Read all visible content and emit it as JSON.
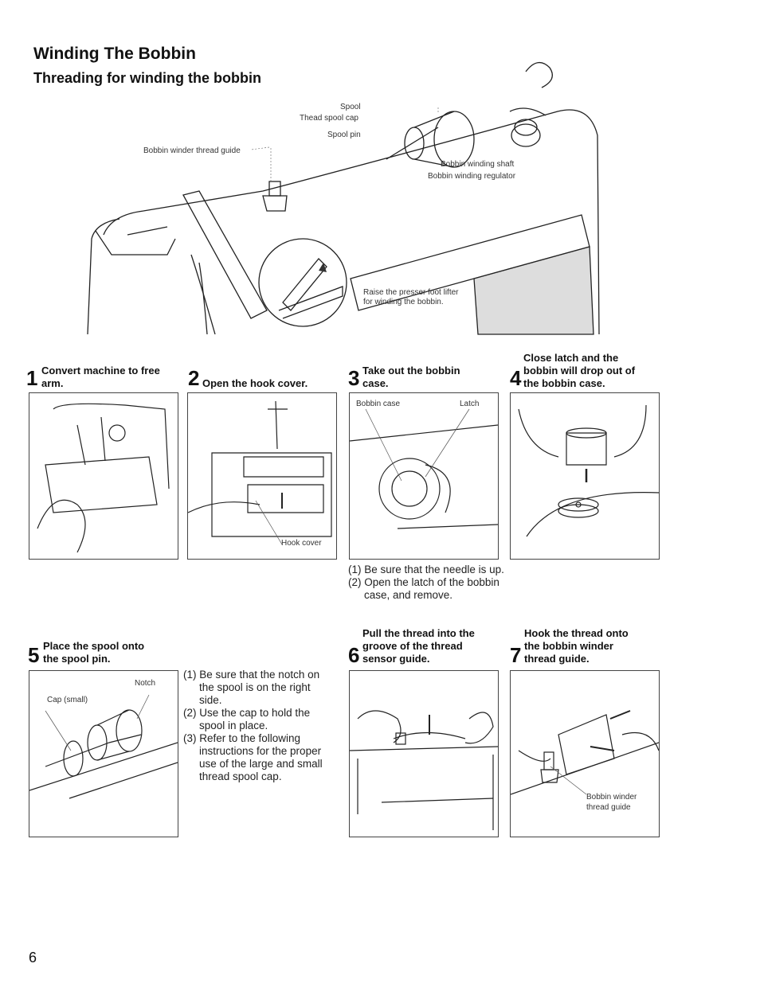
{
  "header": {
    "title": "Winding The Bobbin",
    "subtitle": "Threading for winding the bobbin"
  },
  "main_figure": {
    "callouts": {
      "spool": "Spool",
      "thread_spool_cap": "Thead spool cap",
      "spool_pin": "Spool pin",
      "bobbin_winder_thread_guide": "Bobbin winder thread guide",
      "bobbin_winding_shaft": "Bobbin winding shaft",
      "bobbin_winding_regulator": "Bobbin winding regulator",
      "presser_foot_note_1": "Raise the presser foot lifter",
      "presser_foot_note_2": "for winding the bobbin."
    }
  },
  "steps": [
    {
      "num": "1",
      "title_lines": [
        "Convert machine to free",
        "arm."
      ],
      "labels": []
    },
    {
      "num": "2",
      "title_lines": [
        "Open the hook cover."
      ],
      "labels": [
        "Hook cover"
      ]
    },
    {
      "num": "3",
      "title_lines": [
        "Take out the bobbin",
        "case."
      ],
      "labels": [
        "Bobbin case",
        "Latch"
      ],
      "notes": [
        "(1) Be sure that the needle is up.",
        "(2) Open the latch of the bobbin case, and remove."
      ]
    },
    {
      "num": "4",
      "title_lines": [
        "Close latch and the",
        "bobbin will drop out of",
        "the bobbin case."
      ],
      "labels": []
    },
    {
      "num": "5",
      "title_lines": [
        "Place the spool onto",
        "the spool pin."
      ],
      "labels": [
        "Notch",
        "Cap (small)"
      ],
      "notes": [
        "(1) Be sure that the notch on the spool is on the right side.",
        "(2) Use the cap to hold the spool in place.",
        "(3) Refer to the following instructions for the proper use of the large and small thread spool cap."
      ]
    },
    {
      "num": "6",
      "title_lines": [
        "Pull the thread into the",
        "groove of the thread",
        "sensor guide."
      ],
      "labels": []
    },
    {
      "num": "7",
      "title_lines": [
        "Hook the thread onto",
        "the bobbin winder",
        "thread guide."
      ],
      "labels": [
        "Bobbin winder",
        "thread guide"
      ]
    }
  ],
  "footer": {
    "page_number": "6"
  }
}
